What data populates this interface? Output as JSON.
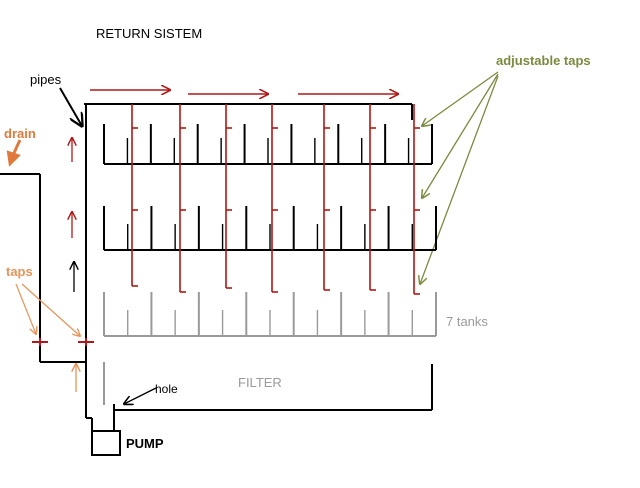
{
  "labels": {
    "title": "RETURN SISTEM",
    "pipes": "pipes",
    "drain": "drain",
    "taps": "taps",
    "adjustable_taps": "adjustable taps",
    "tanks": "7 tanks",
    "hole": "hole",
    "filter": "FILTER",
    "pump": "PUMP"
  },
  "colors": {
    "pipe_red": "#b01818",
    "rack_black": "#000000",
    "tank_grey": "#9a9a9a",
    "drain_orange": "#e07a3c",
    "taps_orange": "#e8935a",
    "adjustable_green": "#7a8a3e"
  }
}
